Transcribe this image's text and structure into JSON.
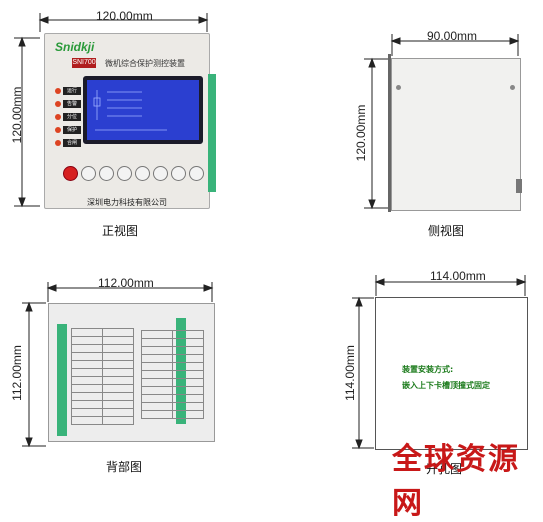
{
  "front": {
    "width_dim": "120.00mm",
    "height_dim": "120.00mm",
    "caption": "正视图",
    "brand": "Snidkji",
    "model": "SNI700",
    "title": "微机综合保护测控装置",
    "company": "深圳电力科技有限公司",
    "leds": [
      "运行",
      "告警",
      "分位",
      "保护",
      "合闸"
    ],
    "key_count": 7
  },
  "side": {
    "width_dim": "90.00mm",
    "height_dim": "120.00mm",
    "caption": "侧视图"
  },
  "rear": {
    "width_dim": "112.00mm",
    "height_dim": "112.00mm",
    "caption": "背部图"
  },
  "cutout": {
    "width_dim": "114.00mm",
    "height_dim": "114.00mm",
    "caption": "开孔图",
    "note_title": "装置安装方式:",
    "note_body": "嵌入上下卡槽顶撞式固定"
  },
  "watermark": "全球资源网",
  "colors": {
    "screen": "#2b3fd0",
    "terminal": "#39b37a",
    "brand": "#2a9a3a",
    "watermark": "#c81818"
  }
}
